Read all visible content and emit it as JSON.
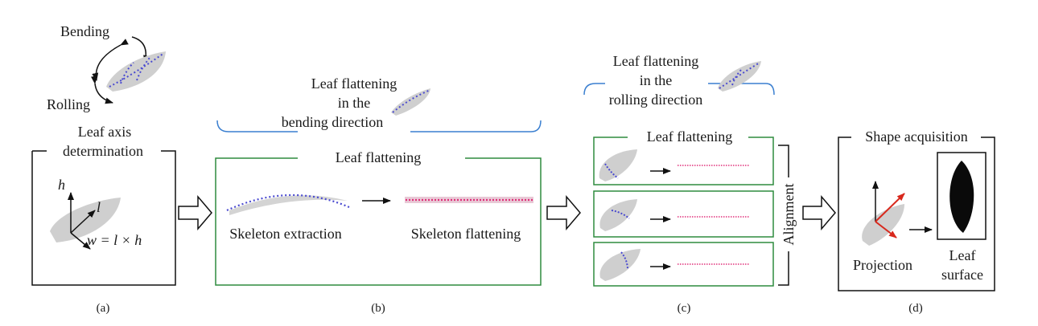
{
  "panel_a": {
    "bending_label": "Bending",
    "rolling_label": "Rolling",
    "box_title_line1": "Leaf axis",
    "box_title_line2": "determination",
    "axis_h": "h",
    "axis_l": "l",
    "axis_w": "w = l × h",
    "caption": "(a)"
  },
  "panel_b": {
    "bracket_line1": "Leaf flattening",
    "bracket_line2": "in the",
    "bracket_line3": "bending direction",
    "box_title": "Leaf flattening",
    "left_label": "Skeleton extraction",
    "right_label": "Skeleton flattening",
    "caption": "(b)"
  },
  "panel_c": {
    "bracket_line1": "Leaf flattening",
    "bracket_line2": "in the",
    "bracket_line3": "rolling direction",
    "box_title": "Leaf flattening",
    "side_label": "Alignment",
    "caption": "(c)"
  },
  "panel_d": {
    "box_title": "Shape acquisition",
    "projection_label": "Projection",
    "surface_line1": "Leaf",
    "surface_line2": "surface",
    "caption": "(d)"
  },
  "colors": {
    "leaf": "#cfcfcf",
    "skeleton_blue": "#4a4ad0",
    "skeleton_pink": "#e0307a",
    "bracket_blue": "#3a7fd0",
    "box_green": "#2e8b3e",
    "axis_red": "#d8281c"
  }
}
